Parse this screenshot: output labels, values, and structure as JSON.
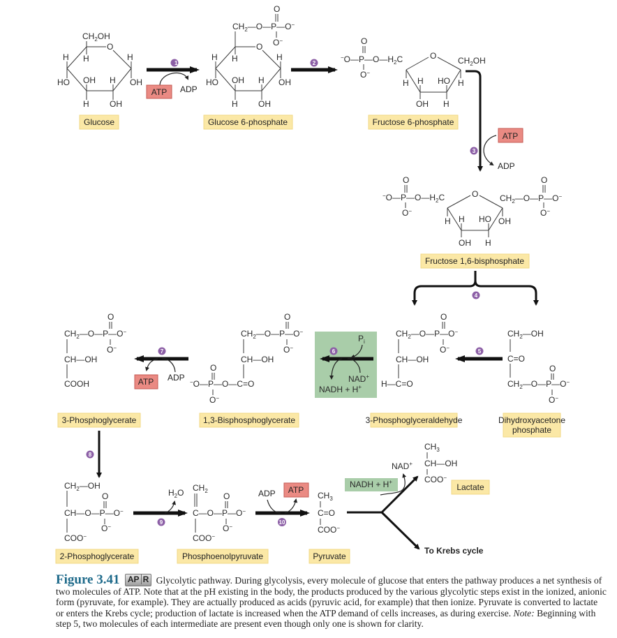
{
  "figure": {
    "number": "Figure 3.41",
    "badge_left": "AP",
    "badge_right": "R",
    "caption_title": "Glycolytic pathway.",
    "caption_body_1": "During glycolysis, every molecule of glucose that enters the pathway produces a net synthesis of two molecules of ATP. Note that at the pH existing in the body, the products produced by the various glycolytic steps exist in the ionized, anionic form (pyruvate, for example). They are actually produced as acids (pyruvic acid, for example) that then ionize. Pyruvate is converted to lactate or enters the Krebs cycle; production of lactate is increased when the ATP demand of cells increases, as during exercise.",
    "caption_note_label": "Note:",
    "caption_body_2": "Beginning with step 5, two molecules of each intermediate are present even though only one is shown for clarity."
  },
  "molecules": {
    "glucose": "Glucose",
    "g6p": "Glucose 6-phosphate",
    "f6p": "Fructose 6-phosphate",
    "f16bp": "Fructose 1,6-bisphosphate",
    "dhap_1": "Dihydroxyacetone",
    "dhap_2": "phosphate",
    "g3p": "3-Phosphoglyceraldehyde",
    "bpg13": "1,3-Bisphosphoglycerate",
    "pg3": "3-Phosphoglycerate",
    "pg2": "2-Phosphoglycerate",
    "pep": "Phosphoenolpyruvate",
    "pyruvate": "Pyruvate",
    "lactate": "Lactate",
    "krebs": "To Krebs cycle"
  },
  "cofactors": {
    "atp": "ATP",
    "adp": "ADP",
    "nad": "NAD",
    "nadh": "NADH + H",
    "plus": "+",
    "pi": "P",
    "pi_sub": "i",
    "h2o": "H",
    "h2o_sub": "2",
    "h2o_o": "O"
  },
  "steps": [
    "1",
    "2",
    "3",
    "4",
    "5",
    "6",
    "7",
    "8",
    "9",
    "10"
  ],
  "colors": {
    "label_box": "#fbe8a6",
    "atp_box": "#ea8a83",
    "nadh_box": "#a9cda9",
    "step_badge": "#8c5fa6",
    "figure_title": "#1e6a8a"
  }
}
